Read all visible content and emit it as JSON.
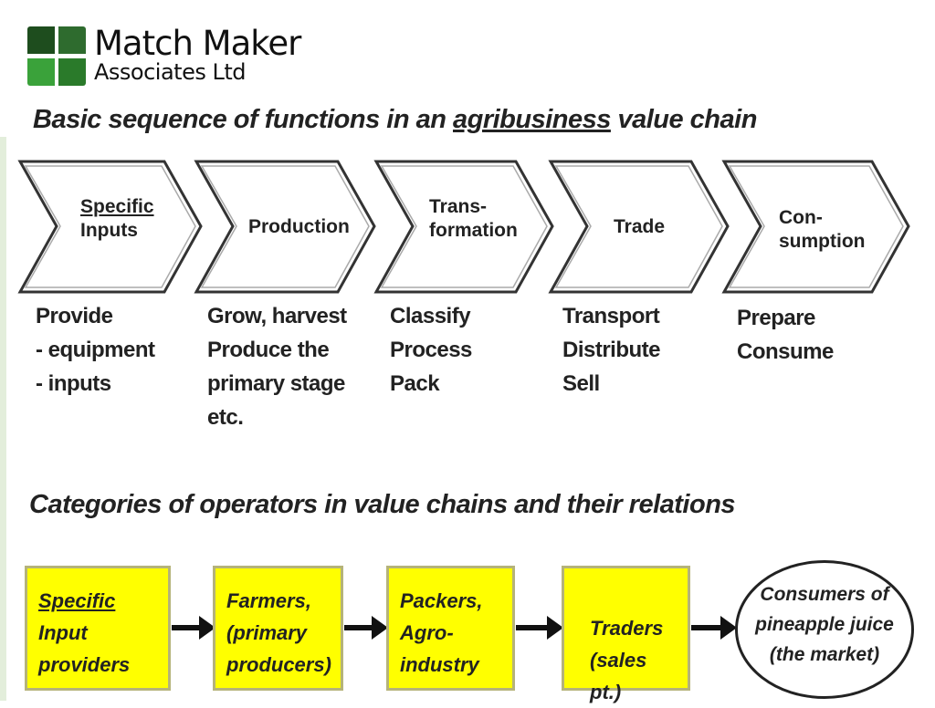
{
  "logo": {
    "line1": "Match Maker",
    "line2": "Associates Ltd",
    "colors": [
      "#1e4d1e",
      "#2e6b2e",
      "#3aa23a",
      "#2a7a2a"
    ]
  },
  "section1": {
    "title_prefix": "Basic sequence of functions in an ",
    "title_underlined": "agribusiness",
    "title_suffix": " value chain",
    "steps": [
      {
        "label_line1": "Specific",
        "label_line2": "Inputs",
        "description": "Provide\n- equipment\n- inputs"
      },
      {
        "label_line1": "Production",
        "label_line2": "",
        "description": "Grow, harvest\nProduce the\nprimary stage\netc."
      },
      {
        "label_line1": "Trans-",
        "label_line2": "formation",
        "description": "Classify\nProcess\nPack"
      },
      {
        "label_line1": "Trade",
        "label_line2": "",
        "description": "Transport\nDistribute\nSell"
      },
      {
        "label_line1": "Con-",
        "label_line2": "sumption",
        "description": "Prepare\nConsume"
      }
    ]
  },
  "section2": {
    "title": "Categories of operators in value chains and their relations",
    "operators": [
      {
        "line1": "Specific",
        "line2": "Input",
        "line3": "providers"
      },
      {
        "line1": "Farmers,",
        "line2": "(primary",
        "line3": "producers)"
      },
      {
        "line1": "Packers,",
        "line2": "Agro-",
        "line3": "industry"
      },
      {
        "line1": "Traders",
        "line2": "(sales pt.)",
        "line3": ""
      }
    ],
    "market": {
      "line1": "Consumers of",
      "line2": "pineapple juice",
      "line3": "(the market)"
    },
    "box_color": "#ffff00"
  }
}
